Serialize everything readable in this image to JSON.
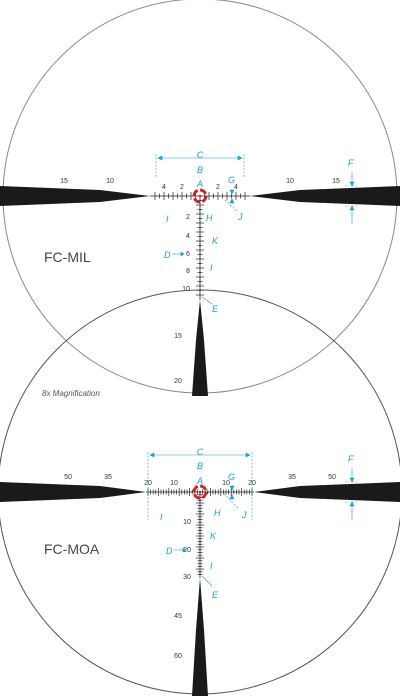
{
  "top": {
    "name": "FC-MIL",
    "left_labels": [
      "15",
      "10",
      "4",
      "2"
    ],
    "right_labels": [
      "2",
      "4",
      "10",
      "15"
    ],
    "down_labels": [
      "2",
      "4",
      "6",
      "8",
      "10",
      "15",
      "20"
    ],
    "callouts": [
      "A",
      "B",
      "C",
      "D",
      "E",
      "F",
      "G",
      "H",
      "I",
      "J",
      "K",
      "I"
    ]
  },
  "magnification": "8x Magnification",
  "bottom": {
    "name": "FC-MOA",
    "left_labels": [
      "50",
      "35",
      "20",
      "10"
    ],
    "right_labels": [
      "10",
      "20",
      "35",
      "50"
    ],
    "down_labels": [
      "10",
      "20",
      "30",
      "45",
      "60"
    ],
    "callouts": [
      "A",
      "B",
      "C",
      "D",
      "E",
      "F",
      "G",
      "H",
      "I",
      "J",
      "K",
      "I"
    ]
  },
  "colors": {
    "callout": "#1aa0dc",
    "center_dot": "#d0202a",
    "post": "#1a1a1a",
    "circle": "#888888"
  }
}
